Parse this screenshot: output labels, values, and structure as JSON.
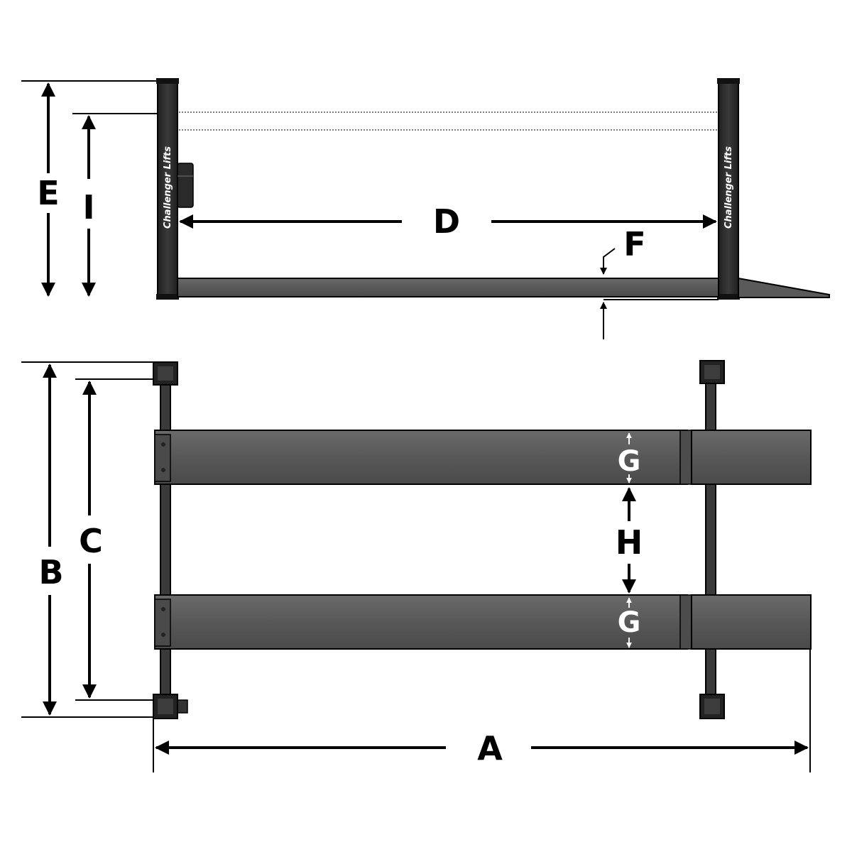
{
  "labels": {
    "A": "A",
    "B": "B",
    "C": "C",
    "D": "D",
    "E": "E",
    "F": "F",
    "G_top": "G",
    "G_bottom": "G",
    "H": "H",
    "I": "I"
  },
  "brand": {
    "left_post": "Challenger Lifts",
    "right_post": "Challenger Lifts"
  },
  "colors": {
    "post": "#2b2b2b",
    "runway": "#5a5a5a",
    "runway_light": "#6e6e6e",
    "line": "#000000",
    "label_on_runway": "#ffffff"
  }
}
